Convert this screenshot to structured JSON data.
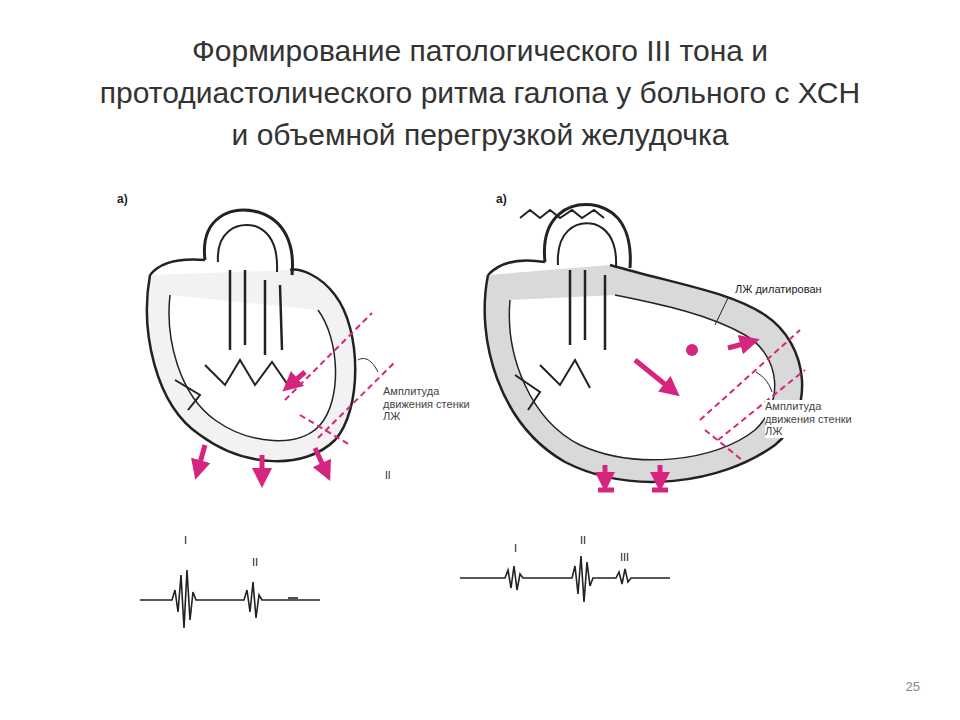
{
  "diagram": {
    "title": "Формирование патологического III тона и протодиастолического ритма галопа у больного с ХСН и объемной перегрузкой желудочка",
    "labels": [
      "а)",
      "а)",
      "ЛЖ дилатирован",
      "Амплитуда движения стенки ЛЖ",
      "Амплитуда движения стенки ЛЖ",
      "II",
      "I",
      "II",
      "I",
      "II",
      "III",
      "25"
    ]
  }
}
